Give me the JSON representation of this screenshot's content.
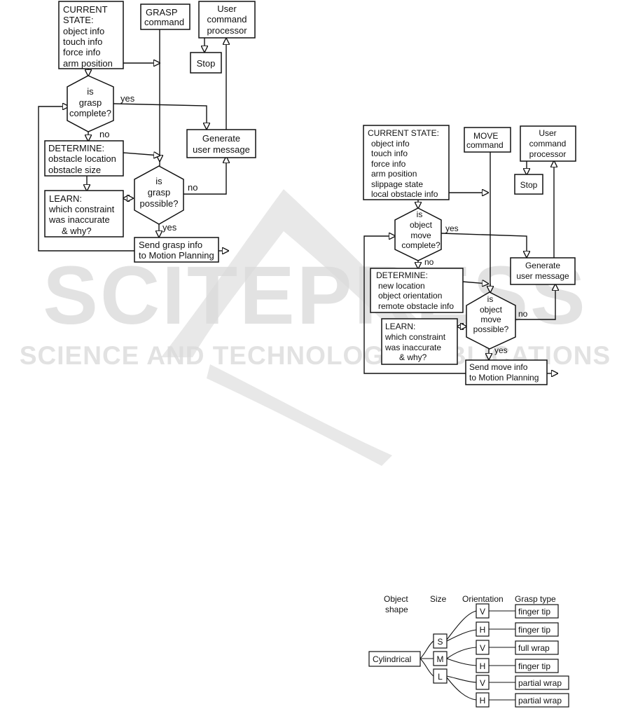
{
  "watermark": {
    "big": "SCITEPRESS",
    "small": "SCIENCE AND TECHNOLOGY PUBLICATIONS"
  },
  "grasp_flow": {
    "current_state": [
      "CURRENT",
      "STATE:",
      "object info",
      "touch info",
      "force info",
      "arm position"
    ],
    "command": [
      "GRASP",
      "command"
    ],
    "user_processor": [
      "User",
      "command",
      "processor"
    ],
    "stop": "Stop",
    "decision_complete": [
      "is",
      "grasp",
      "complete?"
    ],
    "yes1": "yes",
    "no1": "no",
    "generate_msg": [
      "Generate",
      "user message"
    ],
    "determine": [
      "DETERMINE:",
      "obstacle location",
      "obstacle size"
    ],
    "decision_possible": [
      "is",
      "grasp",
      "possible?"
    ],
    "no2": "no",
    "learn": [
      "LEARN:",
      "which constraint",
      "was inaccurate",
      "& why?"
    ],
    "yes2": "yes",
    "send": [
      "Send grasp info",
      "to Motion Planning"
    ]
  },
  "move_flow": {
    "current_state": [
      "CURRENT STATE:",
      "object info",
      "touch info",
      "force info",
      "arm position",
      "slippage state",
      "local obstacle info"
    ],
    "command": [
      "MOVE",
      "command"
    ],
    "user_processor": [
      "User",
      "command",
      "processor"
    ],
    "stop": "Stop",
    "decision_complete": [
      "is",
      "object",
      "move",
      "complete?"
    ],
    "yes1": "yes",
    "no1": "no",
    "generate_msg": [
      "Generate",
      "user message"
    ],
    "determine": [
      "DETERMINE:",
      "new location",
      "object orientation",
      "remote obstacle info"
    ],
    "decision_possible": [
      "is",
      "object",
      "move",
      "possible?"
    ],
    "no2": "no",
    "learn": [
      "LEARN:",
      "which constraint",
      "was inaccurate",
      "& why?"
    ],
    "yes2": "yes",
    "send": [
      "Send move info",
      "to Motion Planning"
    ]
  },
  "grasp_tree": {
    "headers": [
      "Object",
      "shape",
      "Size",
      "Orientation",
      "Grasp type"
    ],
    "root": "Cylindrical",
    "sizes": [
      "S",
      "M",
      "L"
    ],
    "orientations": [
      "V",
      "H",
      "V",
      "H",
      "V",
      "H"
    ],
    "grasps": [
      "finger tip",
      "finger tip",
      "full wrap",
      "finger tip",
      "partial wrap",
      "partial wrap"
    ]
  }
}
